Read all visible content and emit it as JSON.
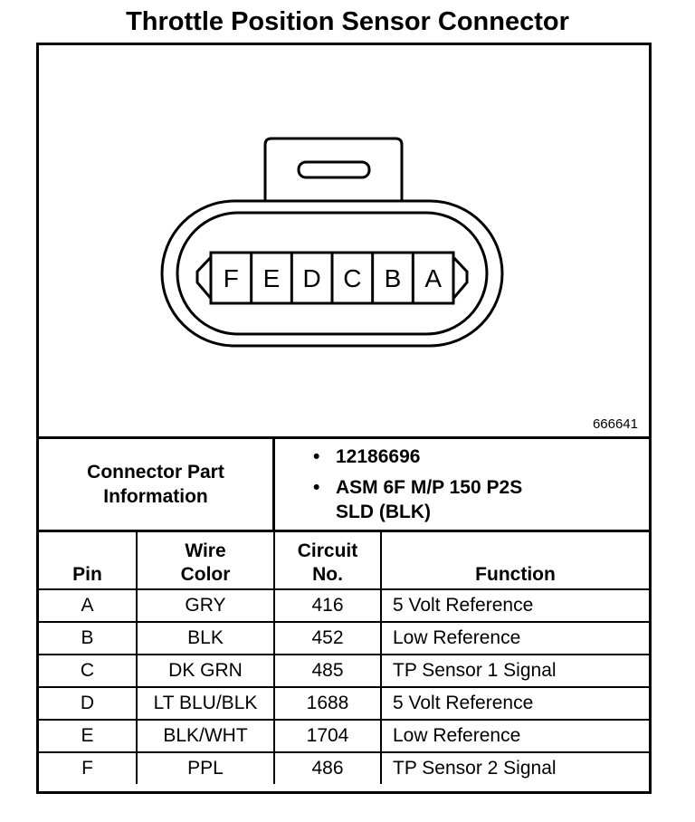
{
  "title": "Throttle Position Sensor Connector",
  "diagram": {
    "pin_labels": [
      "F",
      "E",
      "D",
      "C",
      "B",
      "A"
    ],
    "reference_number": "666641"
  },
  "part_info": {
    "label": "Connector Part\nInformation",
    "items": [
      "12186696",
      "ASM 6F M/P 150 P2S\nSLD (BLK)"
    ]
  },
  "table": {
    "headers": {
      "pin": "Pin",
      "wire_color": "Wire\nColor",
      "circuit_no": "Circuit\nNo.",
      "function": "Function"
    },
    "rows": [
      {
        "pin": "A",
        "wire_color": "GRY",
        "circuit_no": "416",
        "function": "5 Volt Reference"
      },
      {
        "pin": "B",
        "wire_color": "BLK",
        "circuit_no": "452",
        "function": "Low Reference"
      },
      {
        "pin": "C",
        "wire_color": "DK GRN",
        "circuit_no": "485",
        "function": "TP Sensor 1 Signal"
      },
      {
        "pin": "D",
        "wire_color": "LT BLU/BLK",
        "circuit_no": "1688",
        "function": "5 Volt Reference"
      },
      {
        "pin": "E",
        "wire_color": "BLK/WHT",
        "circuit_no": "1704",
        "function": "Low Reference"
      },
      {
        "pin": "F",
        "wire_color": "PPL",
        "circuit_no": "486",
        "function": "TP Sensor 2 Signal"
      }
    ]
  }
}
